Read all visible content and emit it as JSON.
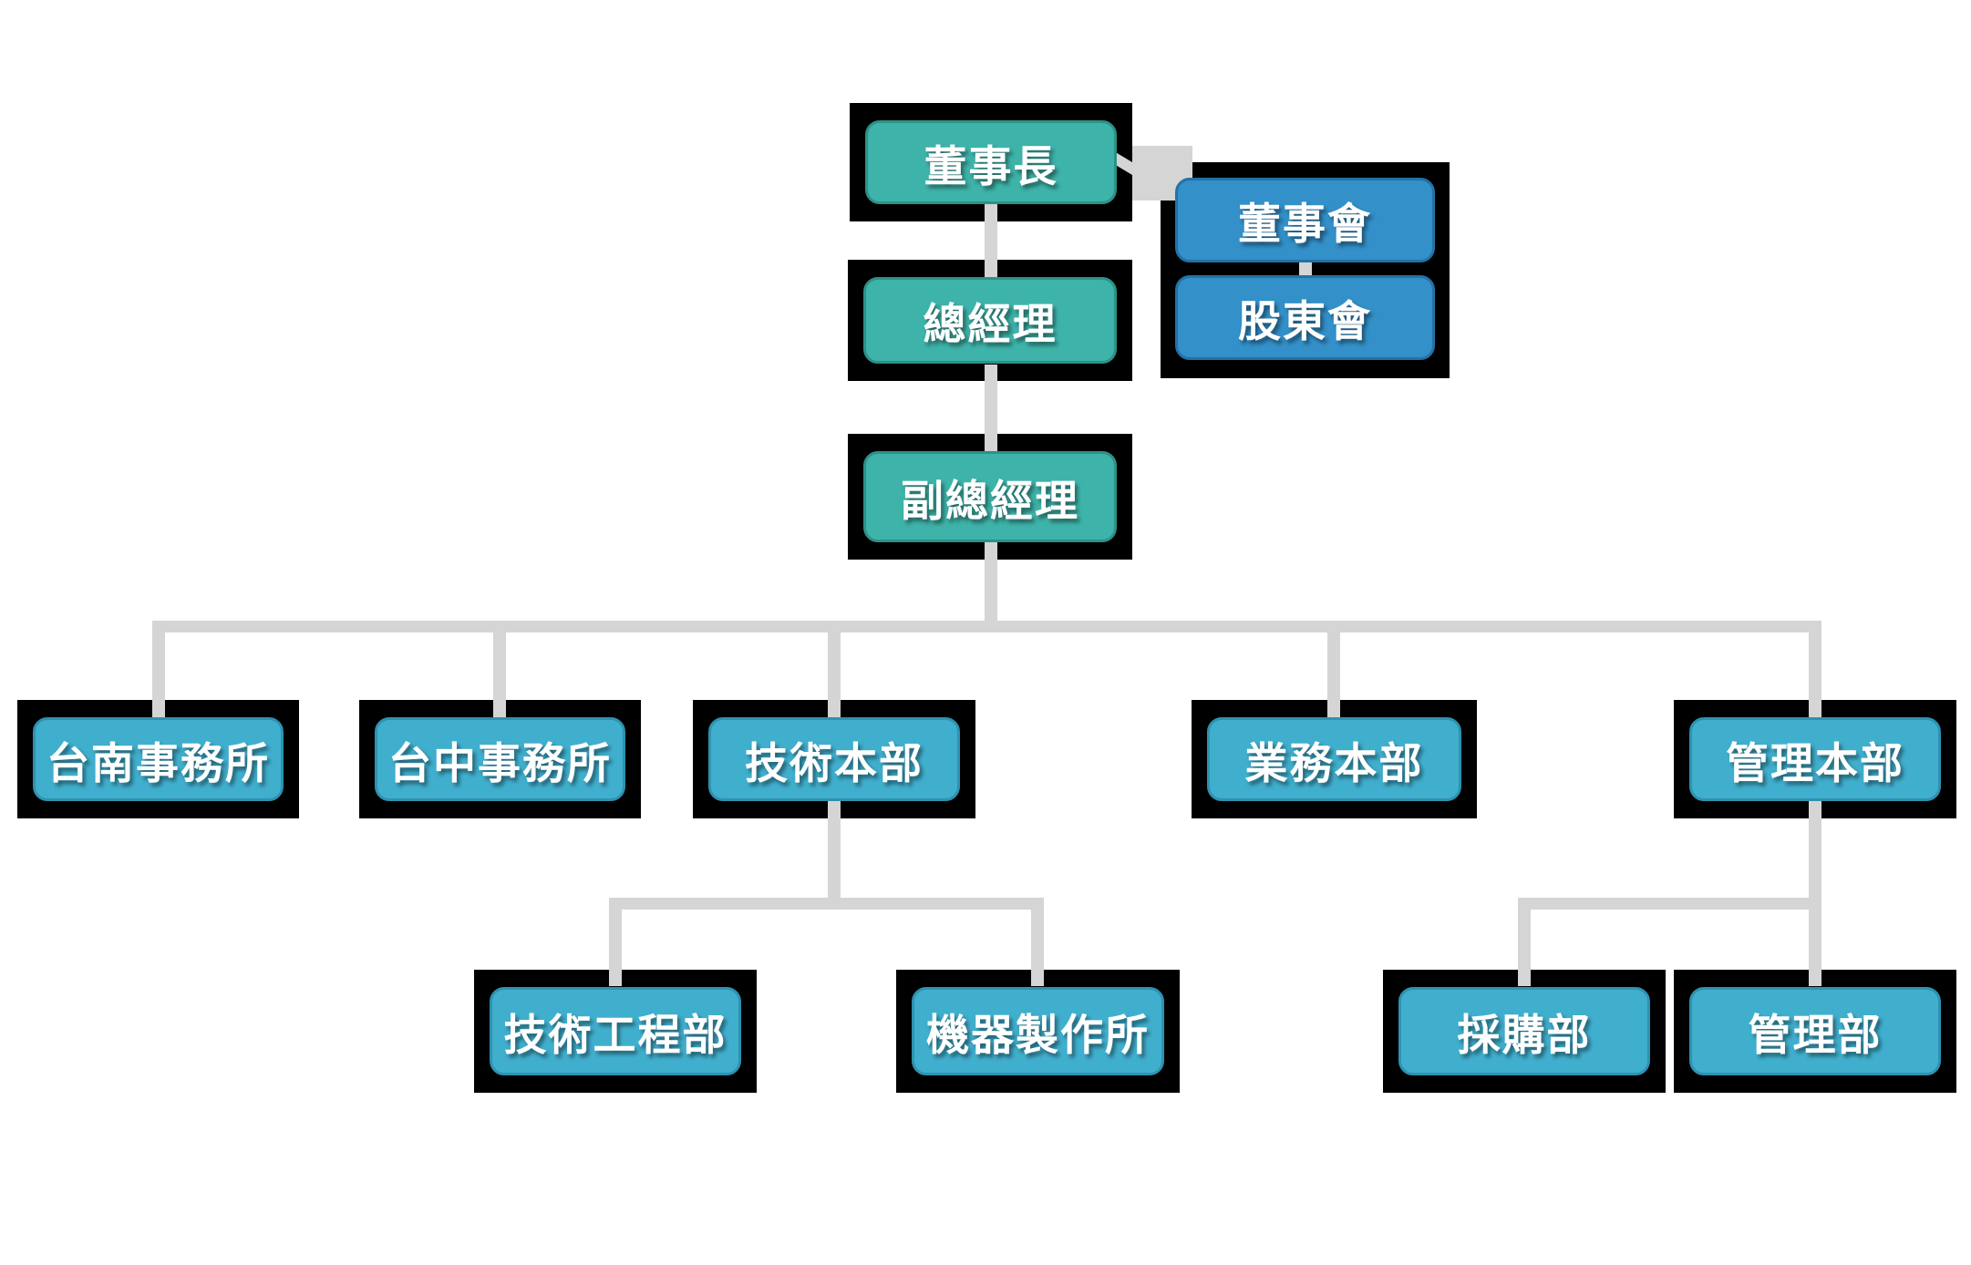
{
  "org_chart": {
    "type": "organization-chart",
    "language": "zh-TW",
    "colors": {
      "teal": "#3EB3A9",
      "teal_border": "#2D9187",
      "dark_blue": "#3390C9",
      "dark_blue_border": "#2471A6",
      "light_blue": "#40AFCE",
      "light_blue_border": "#2E92B0",
      "connector": "#D5D5D5",
      "frame": "#000000",
      "text": "#FFFFFF",
      "background": "#FFFFFF"
    },
    "nodes": {
      "chairman": {
        "label": "董事長",
        "color": "teal"
      },
      "board": {
        "label": "董事會",
        "color": "dark_blue"
      },
      "shareholders": {
        "label": "股東會",
        "color": "dark_blue"
      },
      "general_manager": {
        "label": "總經理",
        "color": "teal"
      },
      "deputy_gm": {
        "label": "副總經理",
        "color": "teal"
      },
      "tainan_office": {
        "label": "台南事務所",
        "color": "light_blue"
      },
      "taichung_office": {
        "label": "台中事務所",
        "color": "light_blue"
      },
      "technical_division": {
        "label": "技術本部",
        "color": "light_blue"
      },
      "business_division": {
        "label": "業務本部",
        "color": "light_blue"
      },
      "management_division": {
        "label": "管理本部",
        "color": "light_blue"
      },
      "technical_eng_dept": {
        "label": "技術工程部",
        "color": "light_blue"
      },
      "machinery_works": {
        "label": "機器製作所",
        "color": "light_blue"
      },
      "procurement_dept": {
        "label": "採購部",
        "color": "light_blue"
      },
      "management_dept": {
        "label": "管理部",
        "color": "light_blue"
      }
    },
    "hierarchy": {
      "root": "chairman",
      "edges": [
        {
          "from": "chairman",
          "to": "board"
        },
        {
          "from": "board",
          "to": "shareholders"
        },
        {
          "from": "chairman",
          "to": "general_manager"
        },
        {
          "from": "general_manager",
          "to": "deputy_gm"
        },
        {
          "from": "deputy_gm",
          "to": "tainan_office"
        },
        {
          "from": "deputy_gm",
          "to": "taichung_office"
        },
        {
          "from": "deputy_gm",
          "to": "technical_division"
        },
        {
          "from": "deputy_gm",
          "to": "business_division"
        },
        {
          "from": "deputy_gm",
          "to": "management_division"
        },
        {
          "from": "technical_division",
          "to": "technical_eng_dept"
        },
        {
          "from": "technical_division",
          "to": "machinery_works"
        },
        {
          "from": "management_division",
          "to": "procurement_dept"
        },
        {
          "from": "management_division",
          "to": "management_dept"
        }
      ]
    }
  }
}
